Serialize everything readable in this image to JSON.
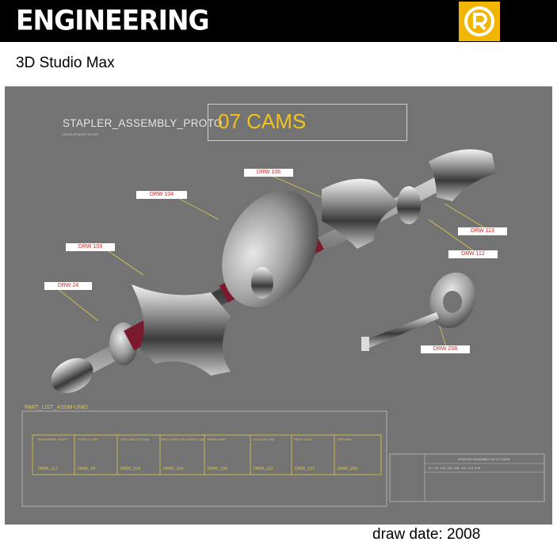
{
  "header": {
    "brand": "ENGINEERING"
  },
  "subtitle": "3D Studio Max",
  "drawing": {
    "assembly_name": "STAPLER_ASSEMBLY_PROTO",
    "assembly_sub": "DEVELOPMENT NOTES",
    "title": "07 CAMS",
    "callouts": [
      "DRW 106",
      "DRW 104",
      "DRW 103",
      "DRW 24",
      "DRW 113",
      "DRW 112",
      "DRW 208"
    ],
    "part_list": {
      "title": "PART_LIST_ASSM-UNID",
      "items": [
        {
          "code": "DRW_117",
          "label": "MAIN DRIVE SHAFT"
        },
        {
          "code": "DRW_24",
          "label": "STAPLE CAM"
        },
        {
          "code": "DRW_103",
          "label": "VACUUM LIFT CAM"
        },
        {
          "code": "DRW_104",
          "label": "BACK ARM THIN DRIVE CAM"
        },
        {
          "code": "DRW_106",
          "label": "SWING ARM"
        },
        {
          "code": "DRW_112",
          "label": "VACUUM CAM"
        },
        {
          "code": "DRW_113",
          "label": "PIVOT CAM"
        },
        {
          "code": "DRW_208",
          "label": "TRIP ARM"
        }
      ]
    },
    "title_block": {
      "heading": "STAPLER ASSEMBLY NO 07 CAMS",
      "row1": "117, 24, 103, 104, 106, 112, 113, 208"
    }
  },
  "footer": {
    "draw_date": "draw date: 2008"
  },
  "colors": {
    "panel": "#737373",
    "accent_yellow": "#f2c21a",
    "logo": "#f2b600"
  }
}
